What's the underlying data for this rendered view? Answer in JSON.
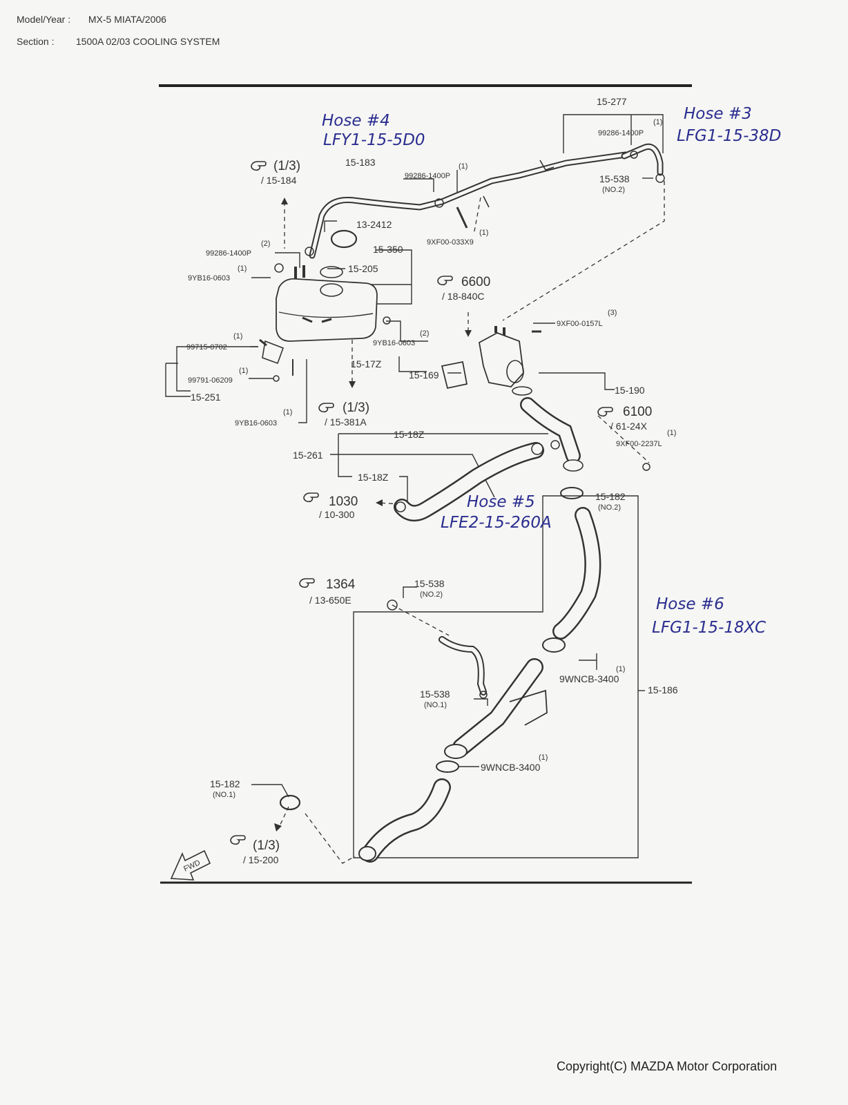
{
  "header": {
    "model_label": "Model/Year :",
    "model_value": "MX-5 MIATA/2006",
    "section_label": "Section :",
    "section_value": "1500A 02/03 COOLING SYSTEM"
  },
  "labels": {
    "p15_277": "15-277",
    "q1a": "(1)",
    "p99286a": "99286-1400P",
    "p15_538_top": "15-538",
    "no2_top": "(NO.2)",
    "ref13_top": "(1/3)",
    "ref13_top_sub": "/ 15-184",
    "p15_183": "15-183",
    "q1b": "(1)",
    "p99286b": "99286-1400P",
    "p13_2412": "13-2412",
    "q1c": "(1)",
    "p9xf00_033": "9XF00-033X9",
    "q2a": "(2)",
    "p99286c": "99286-1400P",
    "p15_350": "15-350",
    "q1d": "(1)",
    "p9yb16a": "9YB16-0603",
    "p15_205": "15-205",
    "ref6600": "6600",
    "ref6600_sub": "/ 18-840C",
    "q3": "(3)",
    "p9xf00_0157": "9XF00-0157L",
    "q1e": "(1)",
    "p99715": "99715-0702",
    "q2b": "(2)",
    "p9yb16b": "9YB16-0603",
    "p15_17z": "15-17Z",
    "p15_169": "15-169",
    "q1f": "(1)",
    "p99791": "99791-06209",
    "p15_251": "15-251",
    "p15_190": "15-190",
    "ref6100": "6100",
    "ref6100_sub": "/ 61-24X",
    "q1g": "(1)",
    "p9xf00_2237": "9XF00-2237L",
    "q1h": "(1)",
    "p9yb16c": "9YB16-0603",
    "ref13_mid": "(1/3)",
    "ref13_mid_sub": "/ 15-381A",
    "p15_18z_a": "15-18Z",
    "p15_261": "15-261",
    "p15_18z_b": "15-18Z",
    "ref1030": "1030",
    "ref1030_sub": "/ 10-300",
    "p15_182_top": "15-182",
    "no2_182": "(NO.2)",
    "ref1364": "1364",
    "ref1364_sub": "/ 13-650E",
    "p15_538_mid": "15-538",
    "no2_mid": "(NO.2)",
    "q1i": "(1)",
    "p9wncb_a": "9WNCB-3400",
    "p15_186": "15-186",
    "p15_538_low": "15-538",
    "no1_low": "(NO.1)",
    "q1j": "(1)",
    "p9wncb_b": "9WNCB-3400",
    "p15_182_low": "15-182",
    "no1_182": "(NO.1)",
    "ref13_low": "(1/3)",
    "ref13_low_sub": "/ 15-200",
    "fwd": "FWD"
  },
  "handwritten": {
    "hose4_title": "Hose #4",
    "hose4_part": "LFY1-15-5D0",
    "hose3_title": "Hose #3",
    "hose3_part": "LFG1-15-38D",
    "hose5_title": "Hose #5",
    "hose5_part": "LFE2-15-260A",
    "hose6_title": "Hose #6",
    "hose6_part": "LFG1-15-18XC"
  },
  "footer": {
    "copyright": "Copyright(C) MAZDA Motor Corporation"
  },
  "colors": {
    "ink": "#333333",
    "handwriting": "#2a2d8f",
    "paper": "#f6f6f4"
  }
}
